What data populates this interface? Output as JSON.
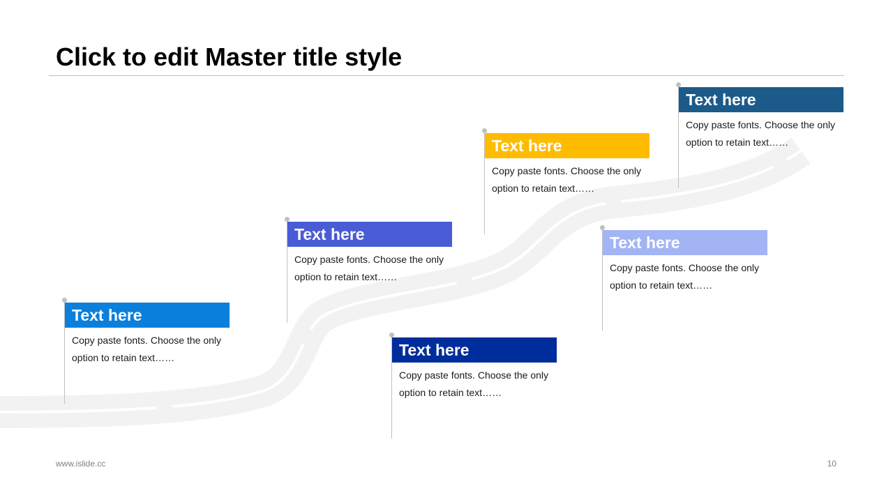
{
  "slide": {
    "title": "Click to edit Master title style",
    "footer": "www.islide.cc",
    "page_number": "10"
  },
  "colors": {
    "road": "#f2f2f2",
    "road_line": "#ffffff",
    "pin": "#bfbfbf"
  },
  "milestones": [
    {
      "heading": "Text here",
      "body": "Copy paste fonts. Choose the only option to retain text……",
      "color": "#0a7fdc"
    },
    {
      "heading": "Text here",
      "body": "Copy paste fonts. Choose the only option to retain text……",
      "color": "#4a5bd6"
    },
    {
      "heading": "Text here",
      "body": "Copy paste fonts. Choose the only option to retain text……",
      "color": "#002d9c"
    },
    {
      "heading": "Text here",
      "body": "Copy paste fonts. Choose the only option to retain text……",
      "color": "#ffbb00"
    },
    {
      "heading": "Text here",
      "body": "Copy paste fonts. Choose the only option to retain text……",
      "color": "#a3b4f5"
    },
    {
      "heading": "Text here",
      "body": "Copy paste fonts. Choose the only option to retain text……",
      "color": "#1c5a8a"
    }
  ]
}
